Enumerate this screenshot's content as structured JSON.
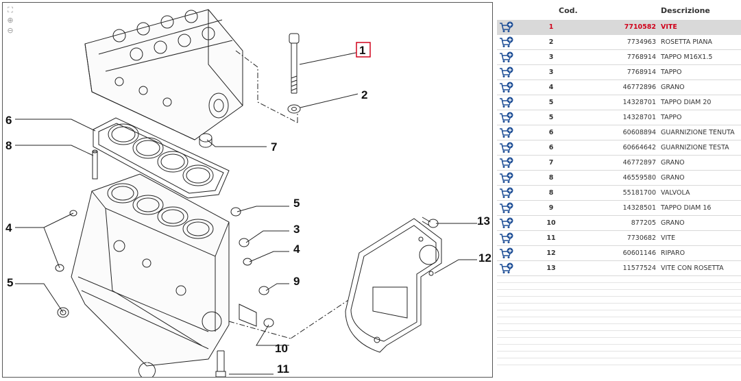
{
  "toolbar": {
    "tools": [
      {
        "name": "fit-page-icon",
        "glyph": "⛶"
      },
      {
        "name": "zoom-in-icon",
        "glyph": "⊕"
      },
      {
        "name": "zoom-out-icon",
        "glyph": "⊖"
      }
    ]
  },
  "diagram": {
    "callouts": [
      "1",
      "2",
      "6",
      "7",
      "8",
      "4",
      "5",
      "3",
      "4",
      "9",
      "5",
      "13",
      "12",
      "10",
      "11"
    ],
    "highlighted_callout": "1",
    "highlight_color": "#d0021b"
  },
  "parts_table": {
    "columns": {
      "code": "Cod.",
      "description": "Descrizione"
    },
    "selected_color": "#d0021b",
    "cart_icon_color": "#1f4f96",
    "rows": [
      {
        "pos": "1",
        "code": "7710582",
        "description": "VITE",
        "selected": true
      },
      {
        "pos": "2",
        "code": "7734963",
        "description": "ROSETTA PIANA"
      },
      {
        "pos": "3",
        "code": "7768914",
        "description": "TAPPO M16X1.5"
      },
      {
        "pos": "3",
        "code": "7768914",
        "description": "TAPPO"
      },
      {
        "pos": "4",
        "code": "46772896",
        "description": "GRANO"
      },
      {
        "pos": "5",
        "code": "14328701",
        "description": "TAPPO DIAM 20"
      },
      {
        "pos": "5",
        "code": "14328701",
        "description": "TAPPO"
      },
      {
        "pos": "6",
        "code": "60608894",
        "description": "GUARNIZIONE TENUTA"
      },
      {
        "pos": "6",
        "code": "60664642",
        "description": "GUARNIZIONE TESTA"
      },
      {
        "pos": "7",
        "code": "46772897",
        "description": "GRANO"
      },
      {
        "pos": "8",
        "code": "46559580",
        "description": "GRANO"
      },
      {
        "pos": "8",
        "code": "55181700",
        "description": "VALVOLA"
      },
      {
        "pos": "9",
        "code": "14328501",
        "description": "TAPPO DIAM 16"
      },
      {
        "pos": "10",
        "code": "877205",
        "description": "GRANO"
      },
      {
        "pos": "11",
        "code": "7730682",
        "description": "VITE"
      },
      {
        "pos": "12",
        "code": "60601146",
        "description": "RIPARO"
      },
      {
        "pos": "13",
        "code": "11577524",
        "description": "VITE CON ROSETTA"
      }
    ]
  }
}
